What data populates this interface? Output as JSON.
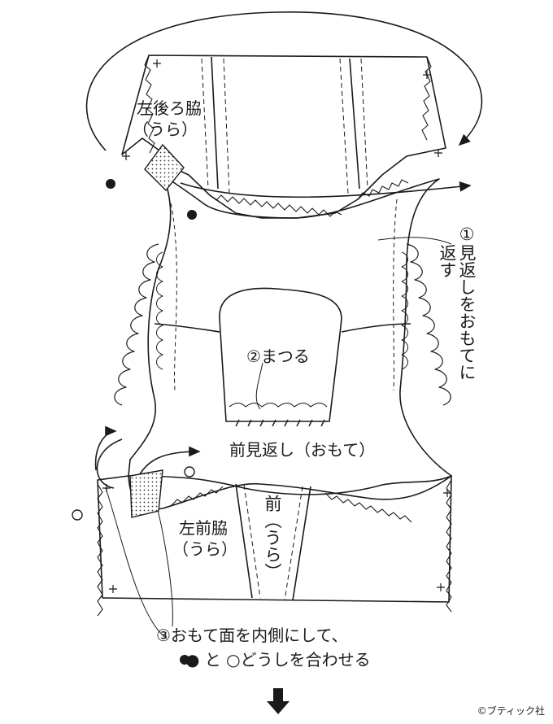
{
  "labels": {
    "left_back_side": "左後ろ脇",
    "left_back_side_note": "（うら）",
    "step1_line1": "①見返しをおもてに",
    "step1_line2": "返す",
    "step2": "②まつる",
    "front_facing": "前見返し（おもて）",
    "front": "前（うら）",
    "left_front_side": "左前脇",
    "left_front_side_note": "（うら）",
    "step3_line1": "③おもて面を内側にして、",
    "step3_line2": "● と ○どうしを合わせる"
  },
  "credit": "©ブティック社",
  "icons": {
    "filled_marker": "filled-circle-icon",
    "open_marker": "open-circle-icon",
    "next_arrow": "down-arrow-icon"
  },
  "colors": {
    "ink": "#1a1a1a",
    "paper": "#ffffff",
    "shade": "#d0d0d0"
  }
}
